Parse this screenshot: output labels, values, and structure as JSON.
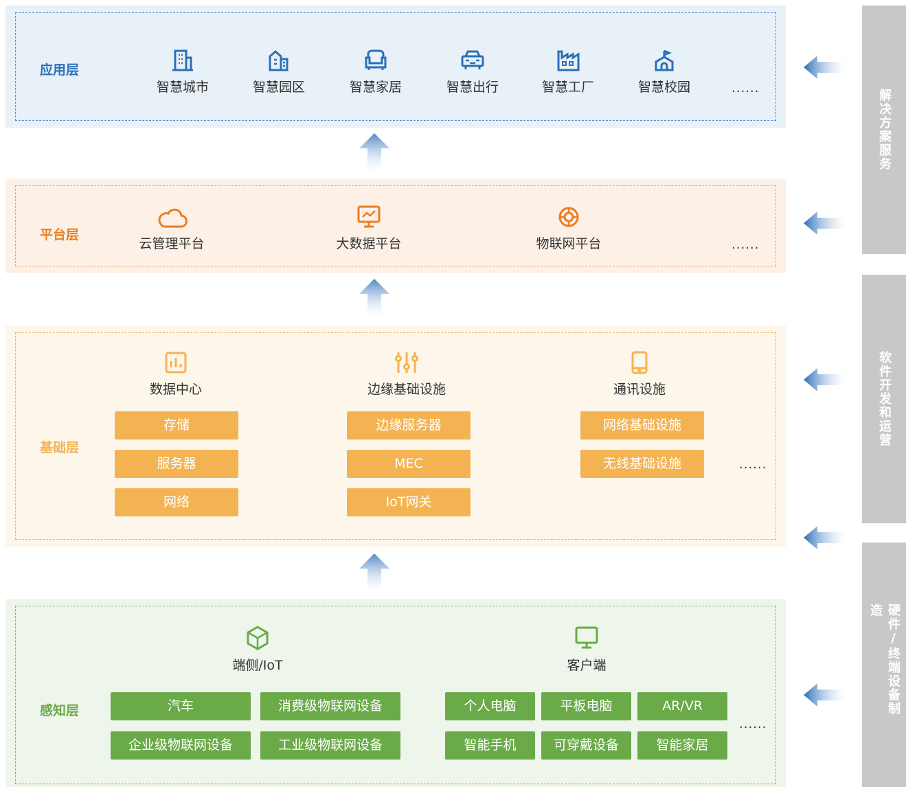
{
  "colors": {
    "app_blue": "#2a6fb8",
    "app_bg": "#e8f0f8",
    "platform_orange": "#ec7d1f",
    "platform_bg": "#fdf0e6",
    "base_orange": "#f4b352",
    "base_bg": "#fdf6ea",
    "sense_green": "#6aaa48",
    "sense_bg": "#eef6eb",
    "sidebar_gray": "#c8c8c8"
  },
  "application": {
    "title": "应用层",
    "items": [
      {
        "label": "智慧城市",
        "icon": "building-icon"
      },
      {
        "label": "智慧园区",
        "icon": "office-icon"
      },
      {
        "label": "智慧家居",
        "icon": "sofa-icon"
      },
      {
        "label": "智慧出行",
        "icon": "car-icon"
      },
      {
        "label": "智慧工厂",
        "icon": "factory-icon"
      },
      {
        "label": "智慧校园",
        "icon": "school-icon"
      }
    ],
    "more": "......"
  },
  "platform": {
    "title": "平台层",
    "items": [
      {
        "label": "云管理平台",
        "icon": "cloud-icon"
      },
      {
        "label": "大数据平台",
        "icon": "monitor-chart-icon"
      },
      {
        "label": "物联网平台",
        "icon": "target-icon"
      }
    ],
    "more": "......"
  },
  "base": {
    "title": "基础层",
    "groups": [
      {
        "label": "数据中心",
        "icon": "bar-chart-icon",
        "chips": [
          "存储",
          "服务器",
          "网络"
        ]
      },
      {
        "label": "边缘基础设施",
        "icon": "sliders-icon",
        "chips": [
          "边缘服务器",
          "MEC",
          "IoT网关"
        ]
      },
      {
        "label": "通讯设施",
        "icon": "phone-icon",
        "chips": [
          "网络基础设施",
          "无线基础设施"
        ]
      }
    ],
    "more": "......"
  },
  "sensing": {
    "title": "感知层",
    "groups": [
      {
        "label": "端侧/IoT",
        "icon": "cube-icon",
        "chips": [
          "汽车",
          "消费级物联网设备",
          "企业级物联网设备",
          "工业级物联网设备"
        ]
      },
      {
        "label": "客户端",
        "icon": "monitor-icon",
        "chips": [
          "个人电脑",
          "平板电脑",
          "AR/VR",
          "智能手机",
          "可穿戴设备",
          "智能家居"
        ]
      }
    ],
    "more": "......"
  },
  "sidebar": [
    {
      "label": "解决方案服务"
    },
    {
      "label": "软件开发和运营"
    },
    {
      "label": "硬件/终端设备制造"
    }
  ]
}
